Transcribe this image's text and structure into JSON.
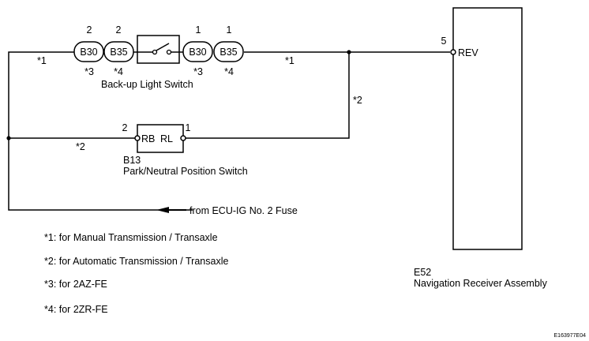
{
  "switch_backup": {
    "pins_left": [
      "2",
      "2"
    ],
    "pins_right": [
      "1",
      "1"
    ],
    "conn_left": [
      "B30",
      "B35"
    ],
    "conn_right": [
      "B30",
      "B35"
    ],
    "notes_left": [
      "*3",
      "*4"
    ],
    "notes_right": [
      "*3",
      "*4"
    ],
    "name": "Back-up Light Switch"
  },
  "wire_notes": {
    "left_top": "*1",
    "right_top": "*1",
    "vertical": "*2",
    "middle": "*2"
  },
  "switch_pn": {
    "pin_left": "2",
    "pin_right": "1",
    "term_left": "RB",
    "term_right": "RL",
    "connector": "B13",
    "name": "Park/Neutral Position Switch"
  },
  "receiver": {
    "pin": "5",
    "terminal": "REV",
    "connector": "E52",
    "name": "Navigation Receiver Assembly"
  },
  "source": "from ECU-IG No. 2 Fuse",
  "notes": [
    "*1: for Manual Transmission / Transaxle",
    "*2: for Automatic Transmission / Transaxle",
    "*3: for 2AZ-FE",
    "*4: for 2ZR-FE"
  ],
  "figure_id": "E163977E04"
}
